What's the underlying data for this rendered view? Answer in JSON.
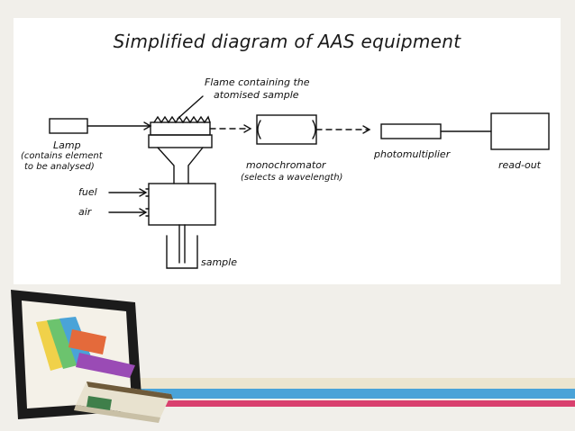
{
  "slide": {
    "title": "Simplified diagram of AAS equipment"
  },
  "diagram": {
    "flame_label_line1": "Flame containing the",
    "flame_label_line2": "atomised sample",
    "lamp_label_line1": "Lamp",
    "lamp_label_line2": "(contains element",
    "lamp_label_line3": "to be analysed)",
    "fuel_label": "fuel",
    "air_label": "air",
    "sample_label": "sample",
    "mono_label_line1": "monochromator",
    "mono_label_line2": "(selects a wavelength)",
    "pm_label": "photomultiplier",
    "readout_label": "read-out"
  },
  "colors": {
    "background": "#f1efea",
    "panel": "#ffffff",
    "stripe_blue": "#4aa3d8",
    "stripe_pink": "#d9406e",
    "stripe_cream": "#ece5cf"
  },
  "decor": {
    "icon": "tablet-with-books-icon"
  }
}
